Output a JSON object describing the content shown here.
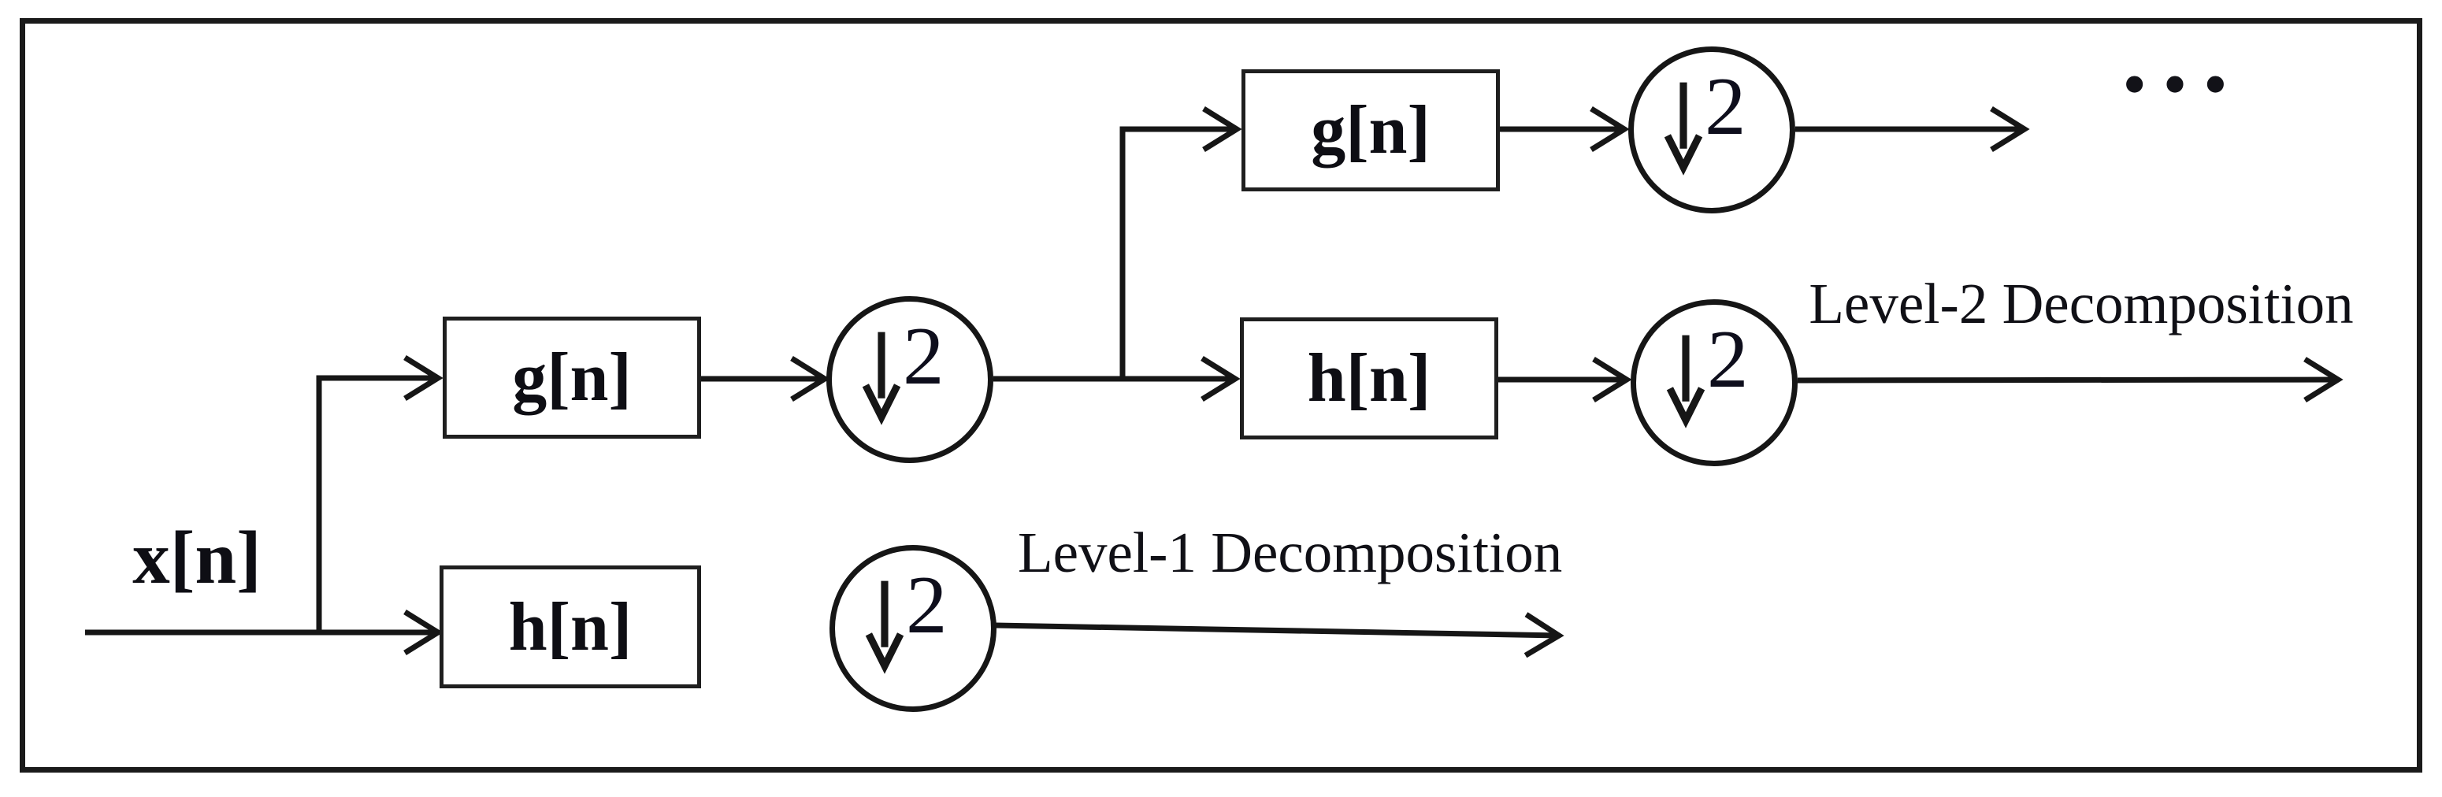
{
  "figure": {
    "background_color": "#ffffff",
    "ink_color": "#161616",
    "input": {
      "label": "x[n]"
    },
    "level1": {
      "g_filter": "g[n]",
      "h_filter": "h[n]",
      "g_downsample": "2",
      "h_downsample": "2",
      "annotation": "Level-1 Decomposition"
    },
    "level2": {
      "g_filter": "g[n]",
      "h_filter": "h[n]",
      "g_downsample": "2",
      "h_downsample": "2",
      "annotation": "Level-2 Decomposition",
      "continuation": "···"
    }
  }
}
